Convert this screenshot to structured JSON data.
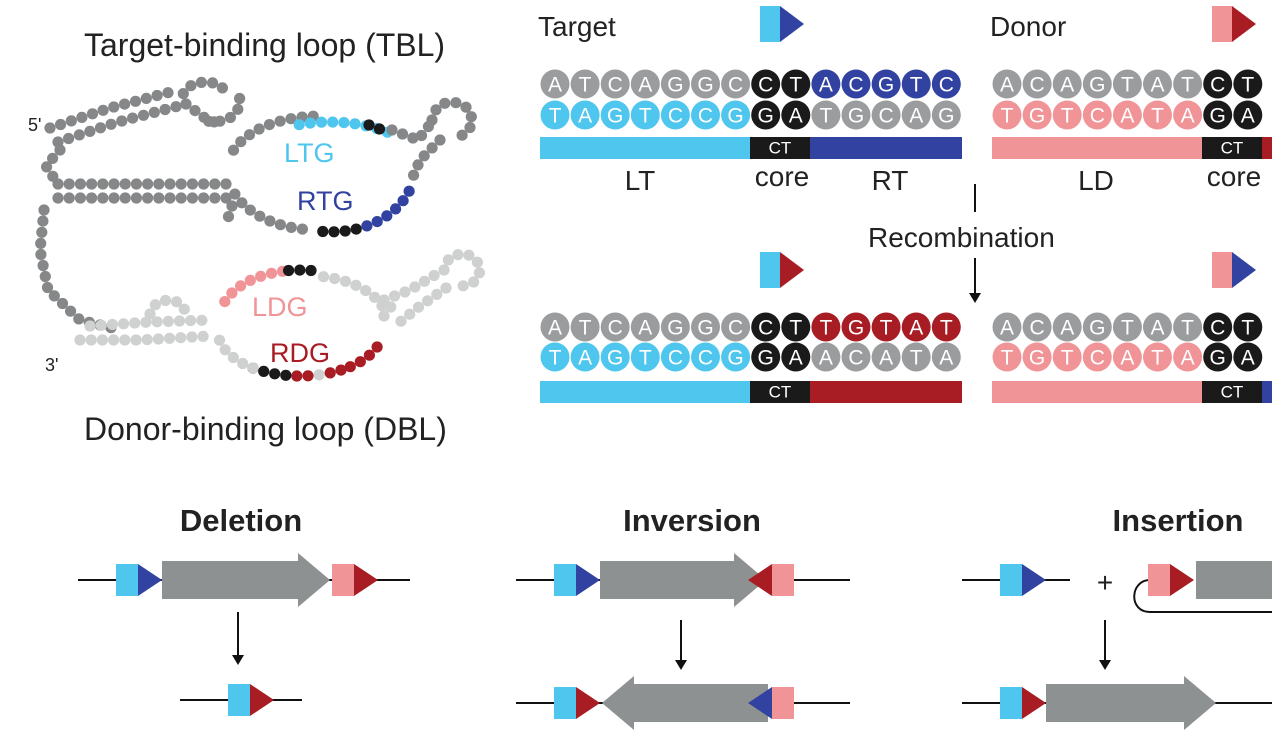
{
  "colors": {
    "lt": "#4fc6ee",
    "rt": "#3142a0",
    "ld": "#f19497",
    "rd": "#a81c24",
    "core": "#1a1a1a",
    "grey": "#9a9c9d",
    "arrow": "#8e9191",
    "bead_dark": "#868788",
    "bead_light": "#cfd0d0"
  },
  "loop": {
    "tbl_label": "Target-binding loop (TBL)",
    "dbl_label": "Donor-binding loop (DBL)",
    "five_prime": "5'",
    "three_prime": "3'",
    "ltg": "LTG",
    "rtg": "RTG",
    "ldg": "LDG",
    "rdg": "RDG"
  },
  "sites": {
    "target_title": "Target",
    "donor_title": "Donor",
    "recombination": "Recombination",
    "core_label": "CT",
    "segment_labels": {
      "lt": "LT",
      "core": "core",
      "rt": "RT",
      "ld": "LD",
      "core2": "core"
    },
    "target_top": [
      "A",
      "T",
      "C",
      "A",
      "G",
      "G",
      "C",
      "C",
      "T",
      "A",
      "C",
      "G",
      "T",
      "C"
    ],
    "target_bottom": [
      "T",
      "A",
      "G",
      "T",
      "C",
      "C",
      "G",
      "G",
      "A",
      "T",
      "G",
      "C",
      "A",
      "G"
    ],
    "donor_top": [
      "A",
      "C",
      "A",
      "G",
      "T",
      "A",
      "T",
      "C",
      "T"
    ],
    "donor_bottom": [
      "T",
      "G",
      "T",
      "C",
      "A",
      "T",
      "A",
      "G",
      "A"
    ],
    "product1_top": [
      "A",
      "T",
      "C",
      "A",
      "G",
      "G",
      "C",
      "C",
      "T",
      "T",
      "G",
      "T",
      "A",
      "T"
    ],
    "product1_bottom": [
      "T",
      "A",
      "G",
      "T",
      "C",
      "C",
      "G",
      "G",
      "A",
      "A",
      "C",
      "A",
      "T",
      "A"
    ],
    "product2_top": [
      "A",
      "C",
      "A",
      "G",
      "T",
      "A",
      "T",
      "C",
      "T"
    ],
    "product2_bottom": [
      "T",
      "G",
      "T",
      "C",
      "A",
      "T",
      "A",
      "G",
      "A"
    ]
  },
  "outcomes": {
    "deletion": "Deletion",
    "inversion": "Inversion",
    "insertion": "Insertion",
    "plus": "+"
  }
}
